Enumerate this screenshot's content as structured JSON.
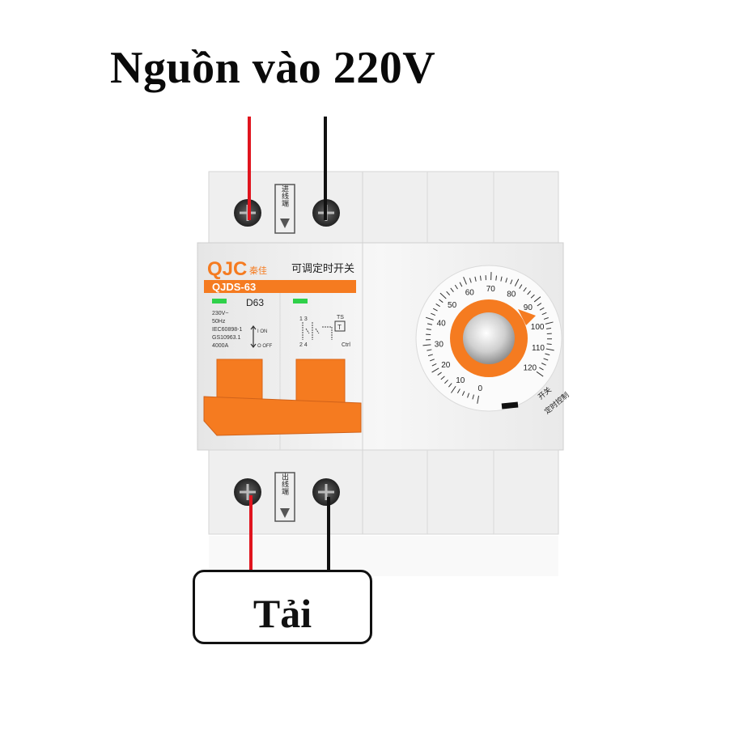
{
  "header": {
    "title": "Nguồn vào 220V"
  },
  "load": {
    "label": "Tải"
  },
  "device": {
    "brand": "QJC",
    "brand_cn": "秦佳",
    "product_cn": "可调定时开关",
    "model": "QJDS-63",
    "breaker_rating": "D63",
    "input_label_cn": "进线端",
    "output_label_cn": "出线端",
    "specs": [
      "230V~",
      "50Hz",
      "IEC60898-1",
      "GS10963.1",
      "4000A"
    ],
    "switch_on": "I ON",
    "switch_off": "O OFF",
    "terminal_ts": "TS",
    "terminal_t": "T",
    "terminal_ctrl": "Ctrl",
    "pins_top": "1 3",
    "pins_bottom": "2 4",
    "dial_numbers": [
      "0",
      "10",
      "20",
      "30",
      "40",
      "50",
      "60",
      "70",
      "80",
      "90",
      "100",
      "110",
      "120"
    ],
    "dial_note_switch": "开关",
    "dial_note_timer": "定时控制"
  },
  "colors": {
    "accent_orange": "#f57b20",
    "wire_red": "#e0141e",
    "wire_black": "#111111",
    "body_white": "#f3f3f3"
  }
}
